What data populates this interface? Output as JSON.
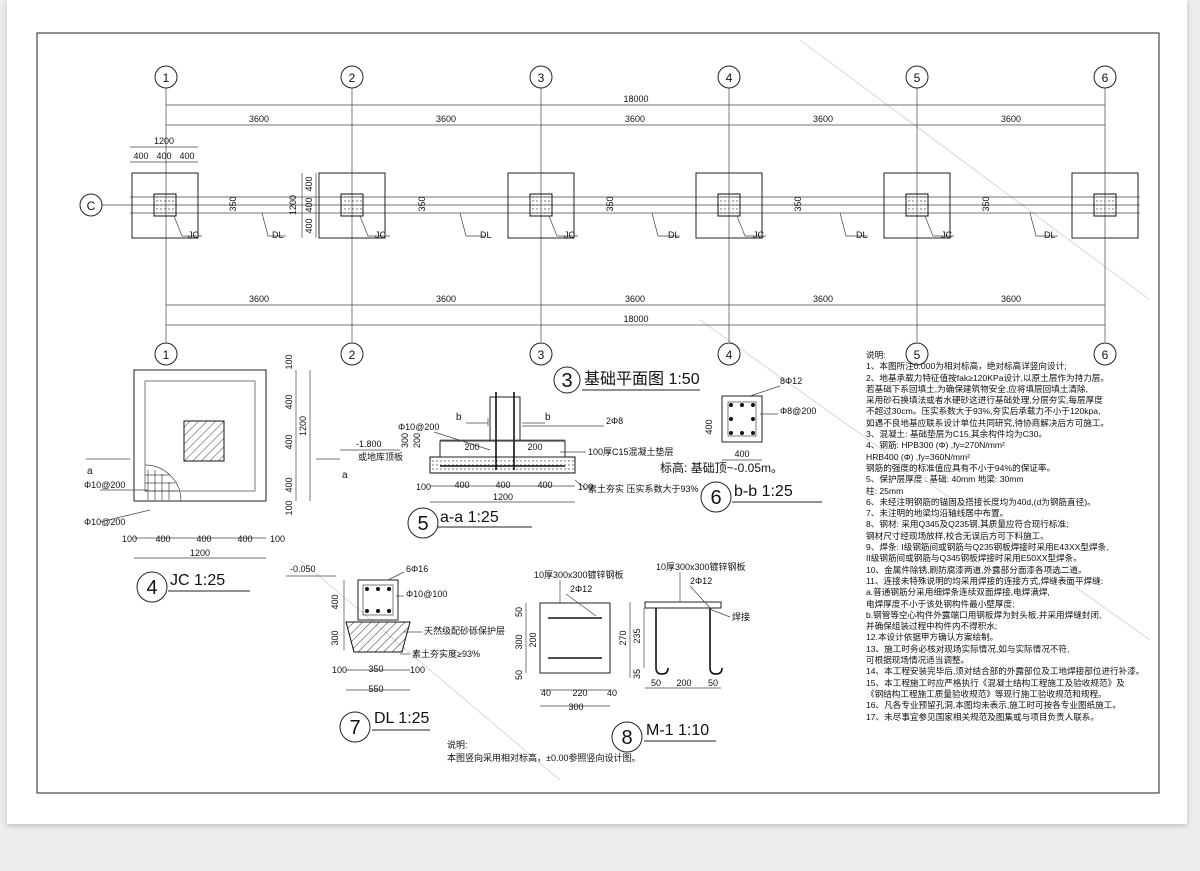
{
  "plan": {
    "axes_top": [
      "1",
      "2",
      "3",
      "4",
      "5",
      "6"
    ],
    "axes_bottom": [
      "1",
      "2",
      "3",
      "4",
      "5",
      "6"
    ],
    "row_axis": "C",
    "total_dim": "18000",
    "bay_dim": "3600",
    "pad_dims": [
      "400",
      "400",
      "400"
    ],
    "pad_total": "1200",
    "offset_dim": "350",
    "jc_label": "JC",
    "dl_label": "DL",
    "title_num": "3",
    "title": "基础平面图 1:50"
  },
  "jc_detail": {
    "num": "4",
    "title": "JC 1:25",
    "dim_100": "100",
    "dim_400": "400",
    "dim_1200": "1200",
    "rebar_1": "Φ10@200",
    "rebar_2": "Φ10@200",
    "section_mark": "a"
  },
  "aa_detail": {
    "num": "5",
    "title": "a-a 1:25",
    "elev": "-1.800",
    "elev_note": "或地库顶板",
    "rebar_top": "Φ10@200",
    "rebar_2": "2Φ8",
    "cushion": "100厚C15混凝土垫层",
    "soil": "素土夯实 压实系数大于93%",
    "dim_200": "200",
    "dim_300": "300",
    "dim_100": "100",
    "dim_400": "400",
    "dim_1200": "1200",
    "mark_b": "b"
  },
  "bb_detail": {
    "num": "6",
    "title": "b-b 1:25",
    "rebar_main": "8Φ12",
    "stirrup": "Φ8@200",
    "dim_400": "400",
    "elev_note": "标高: 基础顶~-0.05m。"
  },
  "dl_detail": {
    "num": "7",
    "title": "DL 1:25",
    "elev": "-0.050",
    "rebar_main": "6Φ16",
    "stirrup": "Φ10@100",
    "gravel": "天然级配砂砾保护层",
    "soil": "素土夯实度≥93%",
    "dim_400": "400",
    "dim_300": "300",
    "dim_100": "100",
    "dim_350": "350",
    "dim_550": "550"
  },
  "m1_detail": {
    "num": "8",
    "title": "M-1 1:10",
    "plate": "10厚300x300镀锌钢板",
    "plate_2": "10厚300x300镀锌钢板",
    "bars": "2Φ12",
    "bars_2": "2Φ12",
    "weld": "焊接",
    "dims_v": [
      "50",
      "300",
      "200",
      "50"
    ],
    "dims_h": [
      "40",
      "220",
      "40"
    ],
    "dim_300": "300",
    "dims_v2": [
      "270",
      "235",
      "35"
    ],
    "dims_h2": [
      "50",
      "200",
      "50"
    ]
  },
  "bottom_note": {
    "title": "说明:",
    "text": "本图竖向采用相对标高，±0.00参照竖向设计图。"
  },
  "notes": {
    "title": "说明:",
    "lines": [
      "1、本图所注0.000为相对标高，绝对标高详竖向设计;",
      "2、地基承载力特征值按fak≥120KPa设计,以原土层作为持力层。",
      "   若基础下系回填土,为确保建筑物安全,应将填层回填土清除,",
      "   采用砂石换填法或者水硬砂这进行基础处理,分层夯实,每层厚度",
      "   不超过30cm。压实系数大于93%,夯实后承载力不小于120kpa,",
      "   如遇不良地基应联系设计单位共同研究,待协商解决后方可施工。",
      "3、混凝土: 基础垫层为C15,其余构件均为C30。",
      "4、钢筋: HPB300 (Φ) ,fy=270N/mm²",
      "        HRB400 (Φ) ,fy=360N/mm²",
      "   钢筋的强度的标准值应具有不小于94%的保证率。",
      "5、保护层厚度 : 基础: 40mm  地梁: 30mm",
      "                柱: 25mm",
      "6、未经注明钢筋的锚固及搭接长度均为40d,(d为钢筋直径)。",
      "7、未注明的地梁均沿轴线居中布置。",
      "8、钢材: 采用Q345及Q235钢,其质量应符合现行标准;",
      "   钢材尺寸经现场放样,校合无误后方可下料施工。",
      "9、焊条: I级钢筋间或钢筋与Q235钢板焊接时采用E43XX型焊条,",
      "   II级钢筋间或钢筋与Q345钢板焊接时采用E50XX型焊条。",
      "10、金属件除锈,刷防腐漆两道,外露部分面漆各项选二道。",
      "11、连接未特殊说明的均采用焊接的连接方式,焊缝表面平焊缝:",
      "   a.普通钢筋分采用细焊条连续双面焊接,电焊满焊,",
      "     电焊厚度不小于该处钢构件最小壁厚度;",
      "   b.钢管等空心构件外露端口用钢板焊为封头板,并采用焊缝封闭,",
      "     并确保组装过程中构件内不得积水;",
      "12.本设计依据甲方确认方案绘制。",
      "13、施工时务必核对现场实际情况,如与实际情况不符,",
      "   可根据现场情况适当调整。",
      "14、本工程安装完毕后,须对结合部的外露部位及工地焊接部位进行补漆。",
      "15、本工程施工时应严格执行《混凝土结构工程施工及验收规范》及",
      "   《钢结构工程施工质量验收规范》等现行施工验收规范和规程。",
      "16、凡各专业预留孔洞,本图均未表示,施工时可按各专业图纸施工。",
      "17、未尽事宜参见国家相关规范及图集或与项目负责人联系。"
    ]
  }
}
